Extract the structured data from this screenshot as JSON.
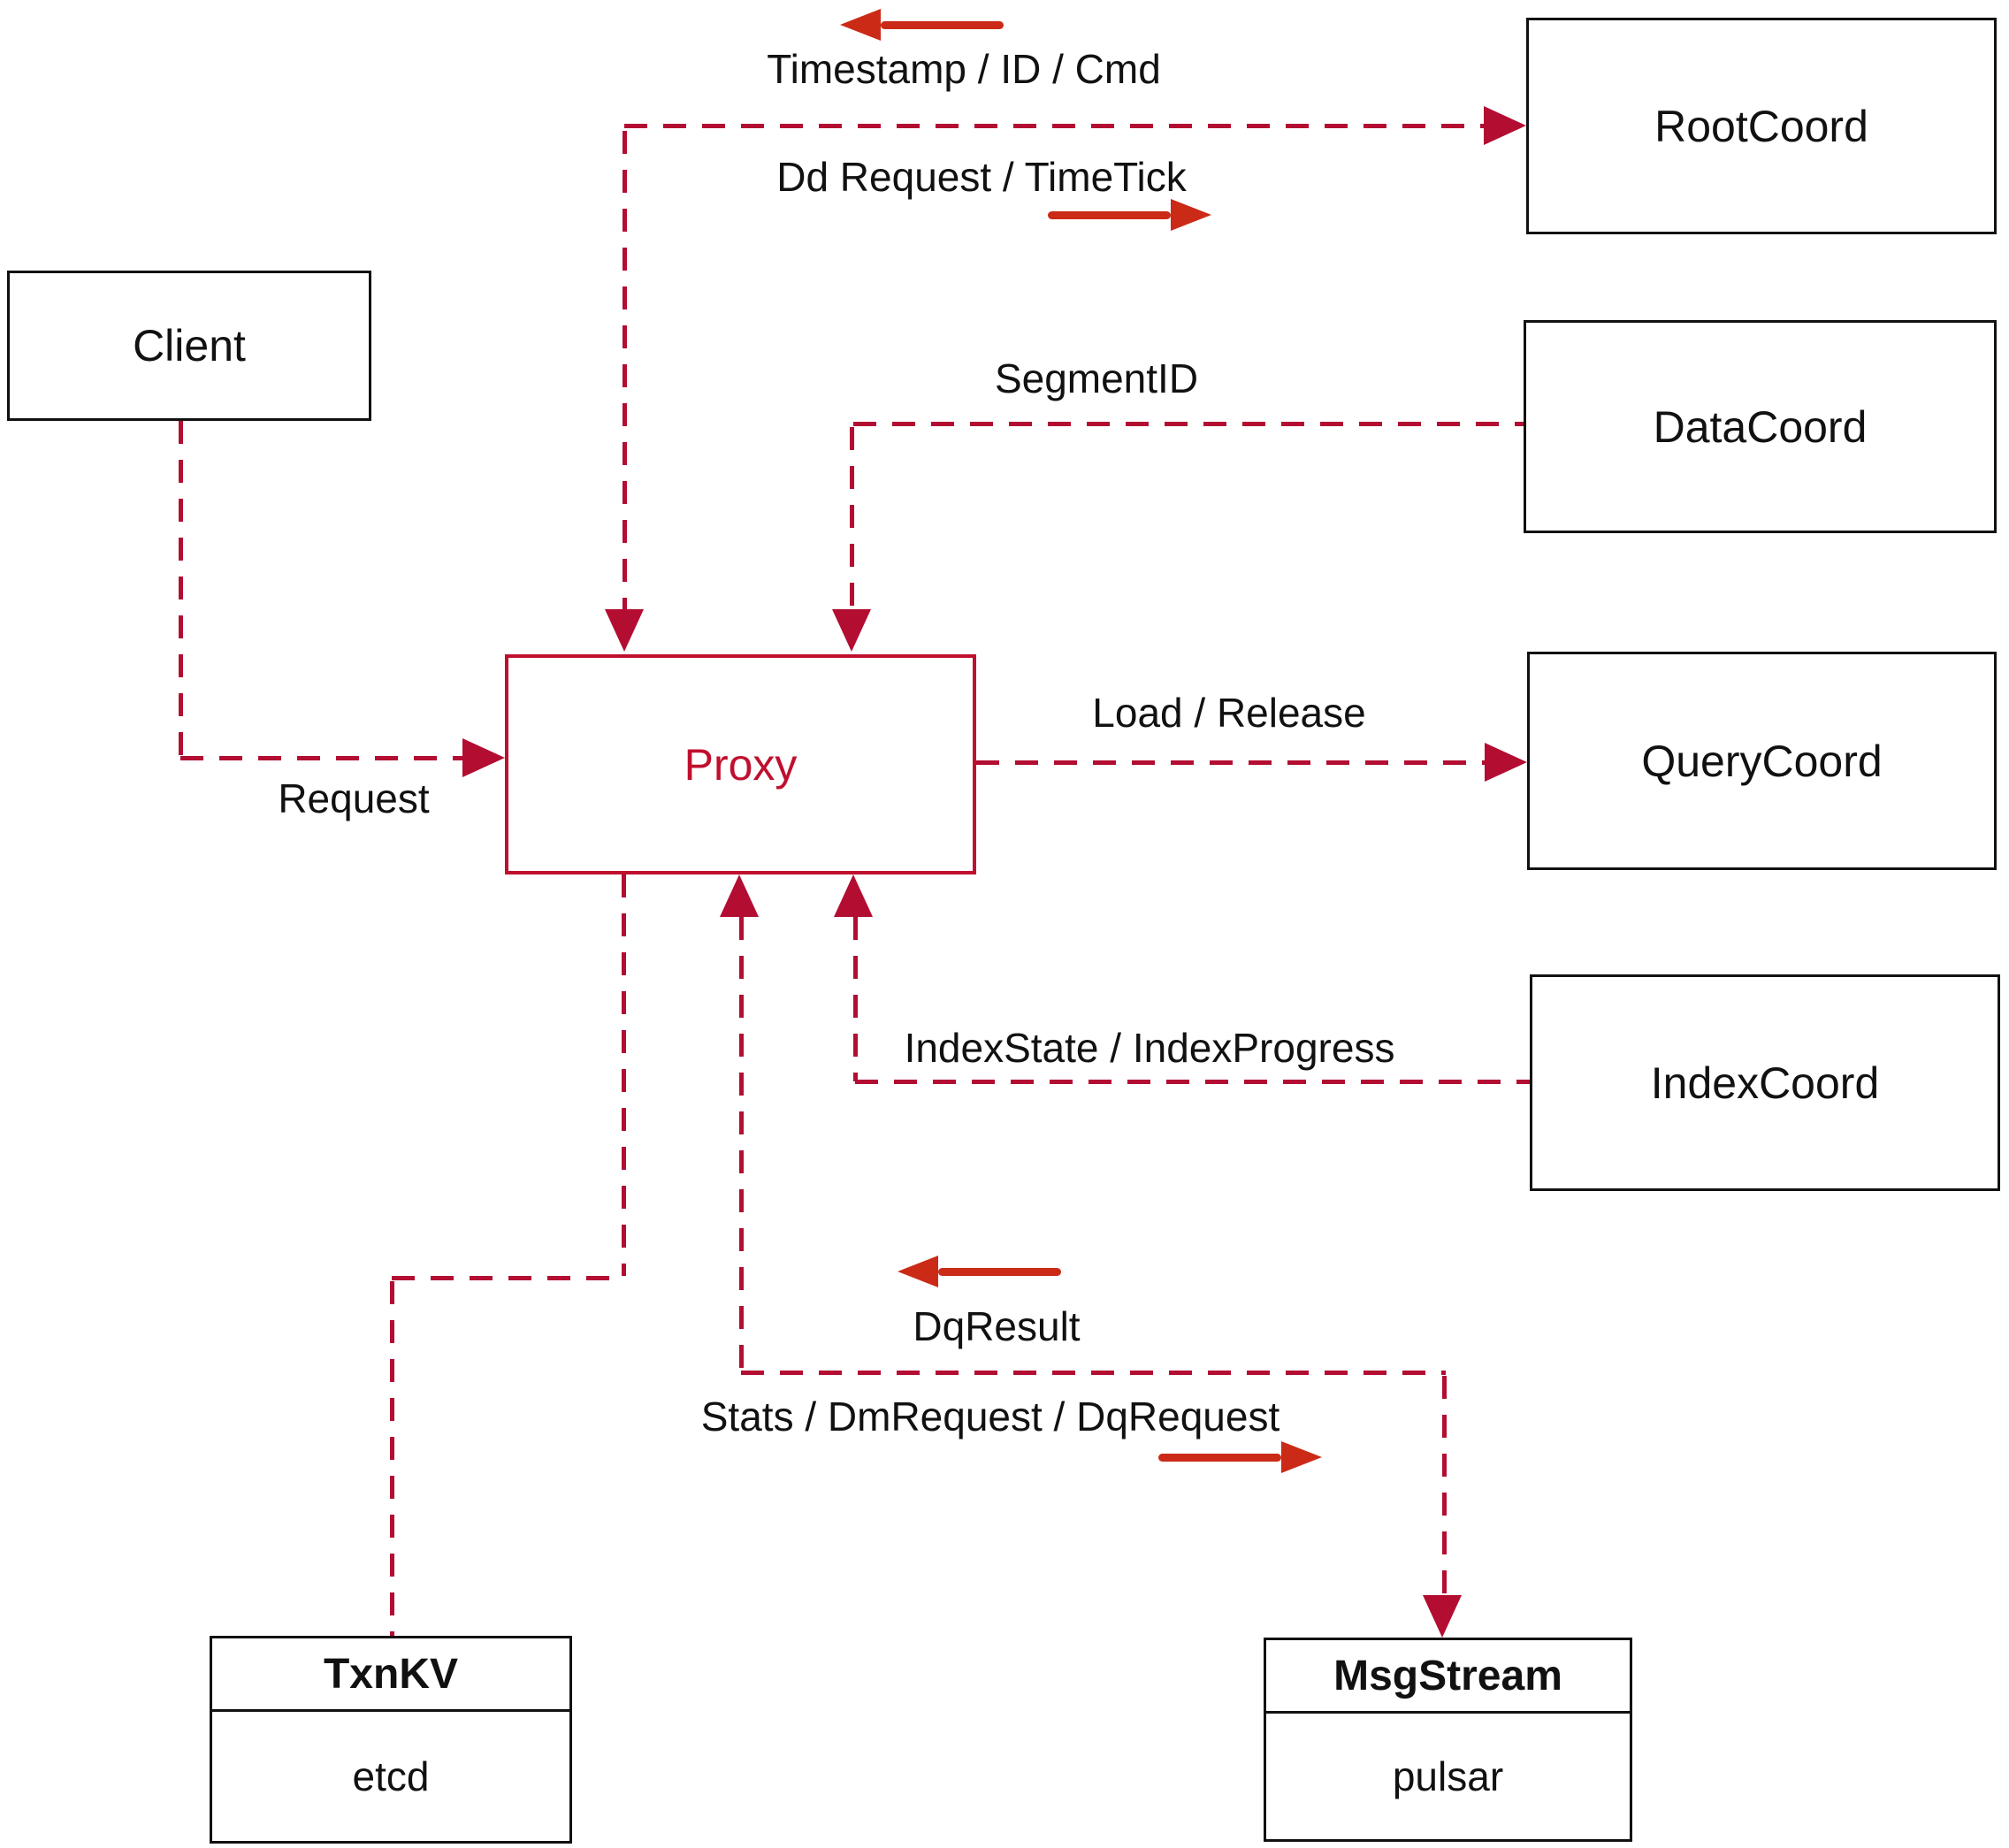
{
  "diagram": {
    "nodes": {
      "client": {
        "label": "Client"
      },
      "proxy": {
        "label": "Proxy"
      },
      "root_coord": {
        "label": "RootCoord"
      },
      "data_coord": {
        "label": "DataCoord"
      },
      "query_coord": {
        "label": "QueryCoord"
      },
      "index_coord": {
        "label": "IndexCoord"
      },
      "txn_kv": {
        "title": "TxnKV",
        "subtitle": "etcd"
      },
      "msg_stream": {
        "title": "MsgStream",
        "subtitle": "pulsar"
      }
    },
    "edge_labels": {
      "timestamp_id_cmd": "Timestamp / ID / Cmd",
      "dd_request_timetick": "Dd Request / TimeTick",
      "segment_id": "SegmentID",
      "load_release": "Load / Release",
      "request": "Request",
      "index_state_progress": "IndexState / IndexProgress",
      "dq_result": "DqResult",
      "stats_dm_dq": "Stats / DmRequest / DqRequest"
    },
    "colors": {
      "dashed_line": "#b30d32",
      "proxy_accent": "#c00f2e",
      "solid_arrow": "#cb2a16",
      "box_border": "#111111",
      "text": "#111111",
      "background": "#ffffff"
    }
  }
}
